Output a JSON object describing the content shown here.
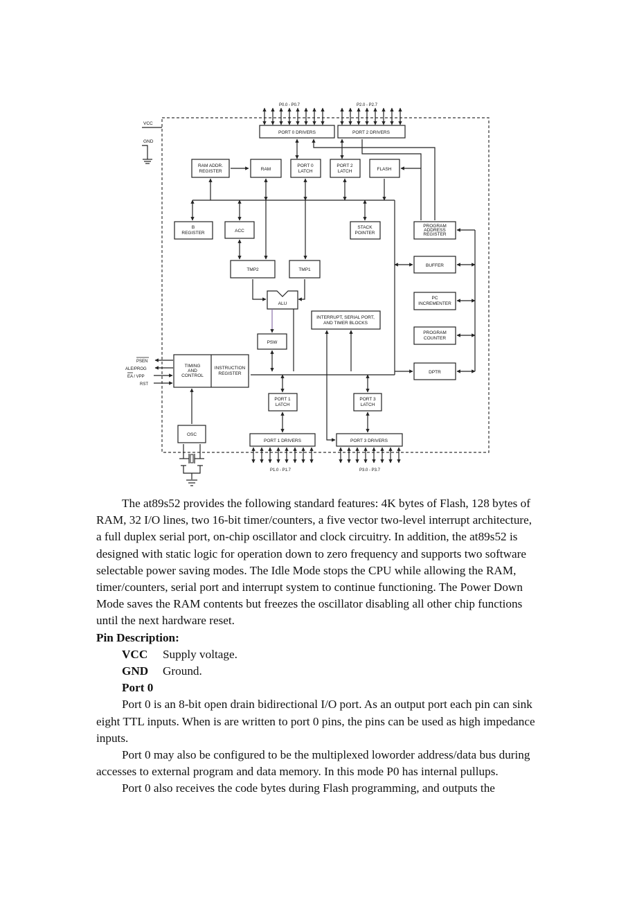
{
  "diagram": {
    "port0_bus": "P0.0 - P0.7",
    "port2_bus": "P2.0 - P2.7",
    "port1_bus": "P1.0 - P1.7",
    "port3_bus": "P3.0 - P3.7",
    "vcc": "VCC",
    "gnd": "GND",
    "port0_drivers": "PORT 0 DRIVERS",
    "port2_drivers": "PORT 2 DRIVERS",
    "ram_addr_register": [
      "RAM ADDR.",
      "REGISTER"
    ],
    "ram": "RAM",
    "port0_latch": [
      "PORT 0",
      "LATCH"
    ],
    "port2_latch": [
      "PORT 2",
      "LATCH"
    ],
    "flash": "FLASH",
    "b_register": [
      "B",
      "REGISTER"
    ],
    "acc": "ACC",
    "stack_pointer": [
      "STACK",
      "POINTER"
    ],
    "program_address_register": [
      "PROGRAM",
      "ADDRESS",
      "REGISTER"
    ],
    "buffer": "BUFFER",
    "tmp2": "TMP2",
    "tmp1": "TMP1",
    "alu": "ALU",
    "pc_incrementer": [
      "PC",
      "INCREMENTER"
    ],
    "interrupt_blocks": [
      "INTERRUPT, SERIAL PORT,",
      "AND TIMER BLOCKS"
    ],
    "psw": "PSW",
    "program_counter": [
      "PROGRAM",
      "COUNTER"
    ],
    "psen": "PSEN",
    "ale_prog": "ALE/PROG",
    "ea_vpp": "EA / VPP",
    "rst": "RST",
    "timing_control": [
      "TIMING",
      "AND",
      "CONTROL"
    ],
    "instruction_register": [
      "INSTRUCTION",
      "REGISTER"
    ],
    "dptr": "DPTR",
    "port1_latch": [
      "PORT 1",
      "LATCH"
    ],
    "port3_latch": [
      "PORT 3",
      "LATCH"
    ],
    "osc": "OSC",
    "port1_drivers": "PORT 1 DRIVERS",
    "port3_drivers": "PORT 3 DRIVERS"
  },
  "text": {
    "intro": "The at89s52 provides the following standard features: 4K bytes of Flash, 128 bytes of RAM, 32 I/O lines, two 16-bit timer/counters, a five vector two-level interrupt architecture, a full duplex serial port, on-chip oscillator and clock circuitry. In addition, the at89s52 is designed with static logic for operation down to zero frequency and supports two software selectable power saving modes. The Idle Mode stops the CPU while allowing the RAM, timer/counters, serial port and interrupt system to continue functioning. The Power Down Mode saves the RAM contents but freezes the oscillator disabling all other chip functions until the next hardware reset.",
    "pin_heading": "Pin Description:",
    "vcc_term": "VCC",
    "vcc_desc": "Supply voltage.",
    "gnd_term": "GND",
    "gnd_desc": "Ground.",
    "port0_heading": "Port 0",
    "port0_p1": "Port 0 is an 8-bit open drain bidirectional I/O port. As an output port each pin can sink eight TTL inputs. When is are written to port 0 pins, the pins can be used as high impedance inputs.",
    "port0_p2": "Port 0 may also be configured to be the multiplexed loworder address/data bus during accesses to external program and data memory. In this mode P0 has internal pullups.",
    "port0_p3": "Port 0 also receives the code bytes during Flash programming, and outputs the"
  }
}
